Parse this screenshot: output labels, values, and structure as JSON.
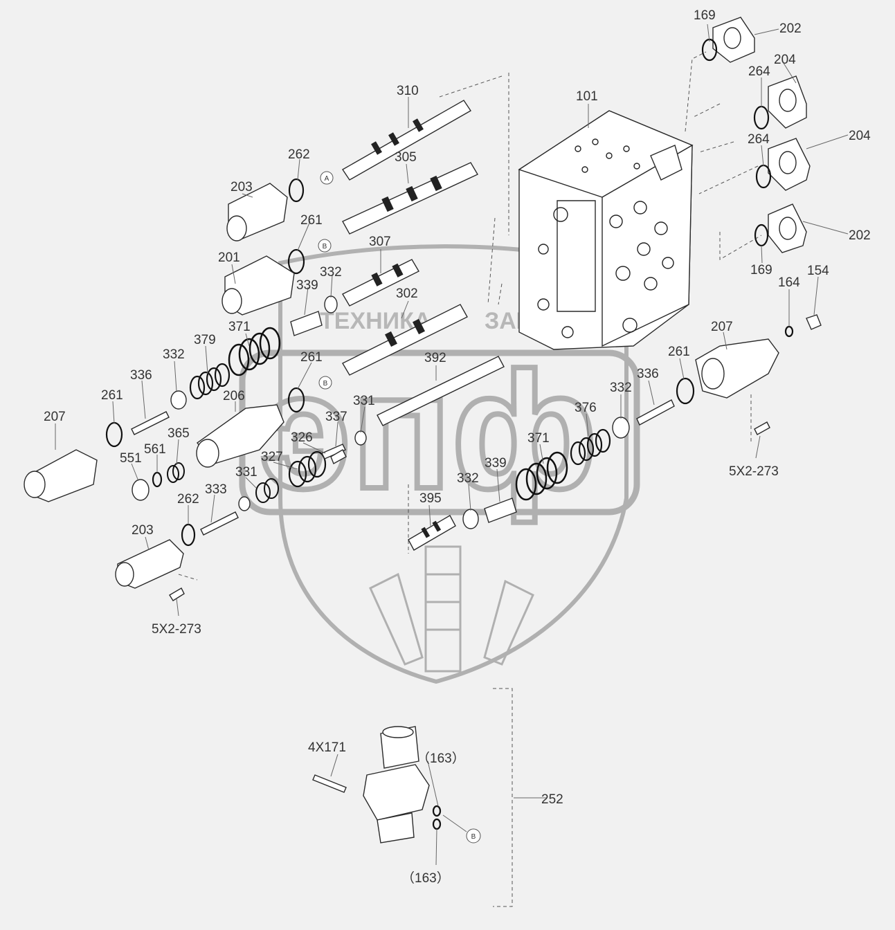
{
  "labels": {
    "p169_top": "169",
    "p202_top": "202",
    "p204_top": "204",
    "p264_a": "264",
    "p204_mid": "204",
    "p264_b": "264",
    "p202_bot": "202",
    "p169_bot": "169",
    "p164": "164",
    "p154": "154",
    "p101": "101",
    "p310": "310",
    "p305": "305",
    "p307": "307",
    "p302": "302",
    "p392": "392",
    "p395": "395",
    "p262_top": "262",
    "p203_top": "203",
    "p261_a": "261",
    "p201": "201",
    "p332_a": "332",
    "p339_a": "339",
    "p371_a": "371",
    "p379": "379",
    "p332_b": "332",
    "p336_a": "336",
    "p261_b": "261",
    "p207_left": "207",
    "p206": "206",
    "p261_c": "261",
    "p365": "365",
    "p561": "561",
    "p551": "551",
    "p327": "327",
    "p326": "326",
    "p337": "337",
    "p331_a": "331",
    "p331_b": "331",
    "p333": "333",
    "p262_b": "262",
    "p203_bot": "203",
    "p5x_left": "5X2-273",
    "p207_right": "207",
    "p261_d": "261",
    "p336_b": "336",
    "p332_c": "332",
    "p376": "376",
    "p371_b": "371",
    "p339_b": "339",
    "p332_d": "332",
    "p5x_right": "5X2-273",
    "p4x171": "4X171",
    "p163_top": "（163）",
    "p163_bot": "（163）",
    "p252": "252"
  },
  "callouts": {
    "A": "A",
    "B1": "B",
    "B2": "B",
    "B3": "B"
  },
  "watermark": {
    "top_left": "ТЕХНИКА",
    "top_right": "ЗАПЧАСТИ",
    "monogram": "эпф",
    "color": "#9a9a9a"
  },
  "colors": {
    "background": "#f1f1f1",
    "line": "#2a2a2a",
    "label": "#333333"
  }
}
